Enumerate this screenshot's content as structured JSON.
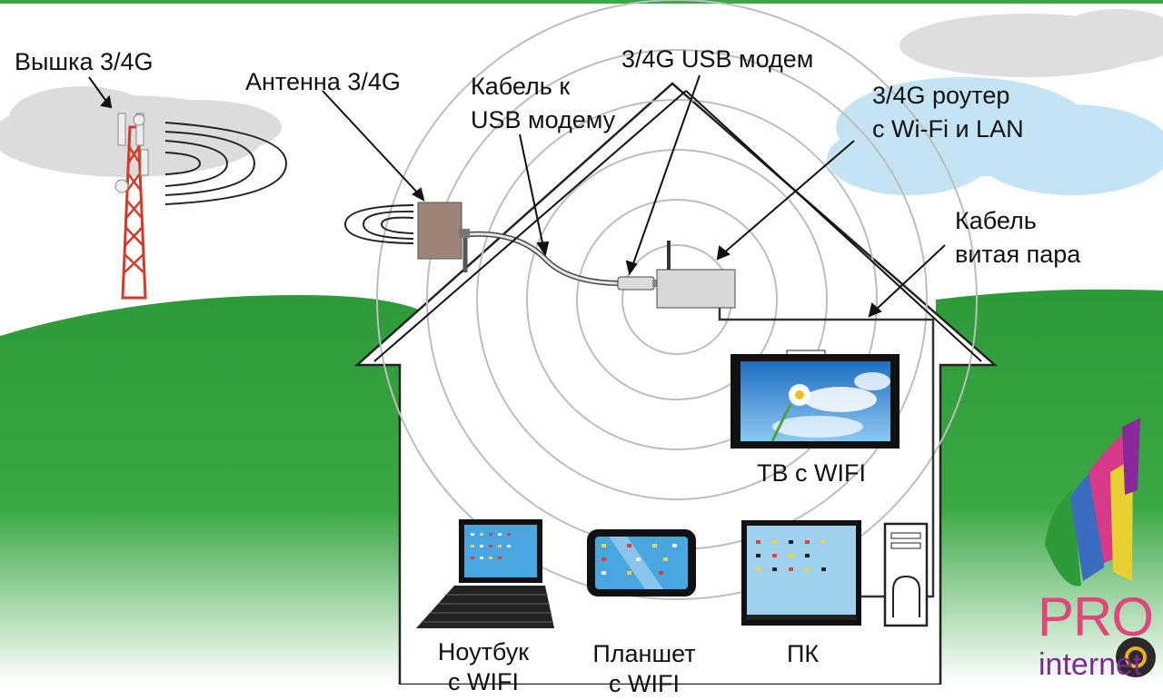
{
  "labels": {
    "tower": "Вышка 3/4G",
    "antenna": "Антенна 3/4G",
    "cable_usb": [
      "Кабель к",
      "USB модему"
    ],
    "usb_modem": "3/4G USB модем",
    "router": [
      "3/4G роутер",
      "с Wi-Fi и LAN"
    ],
    "twisted_pair": [
      "Кабель",
      "витая пара"
    ],
    "tv": "ТВ с WIFI",
    "laptop": [
      "Ноутбук",
      "с WIFI"
    ],
    "tablet": [
      "Планшет",
      "с WIFI"
    ],
    "pc": "ПК"
  },
  "logo": {
    "pro": "PRO",
    "internet": "internet"
  },
  "colors": {
    "grass": "#2e9a3a",
    "sky_cloud": "#bfe2f2",
    "gray_cloud": "#d9d9d9",
    "house_outline": "#222222",
    "tower_red": "#d23a2a",
    "device_screen": "#4aa6e0"
  },
  "icons": [
    "cell-tower-icon",
    "antenna-icon",
    "usb-modem-icon",
    "router-icon",
    "tv-icon",
    "laptop-icon",
    "tablet-icon",
    "pc-icon",
    "wifi-waves-icon"
  ]
}
